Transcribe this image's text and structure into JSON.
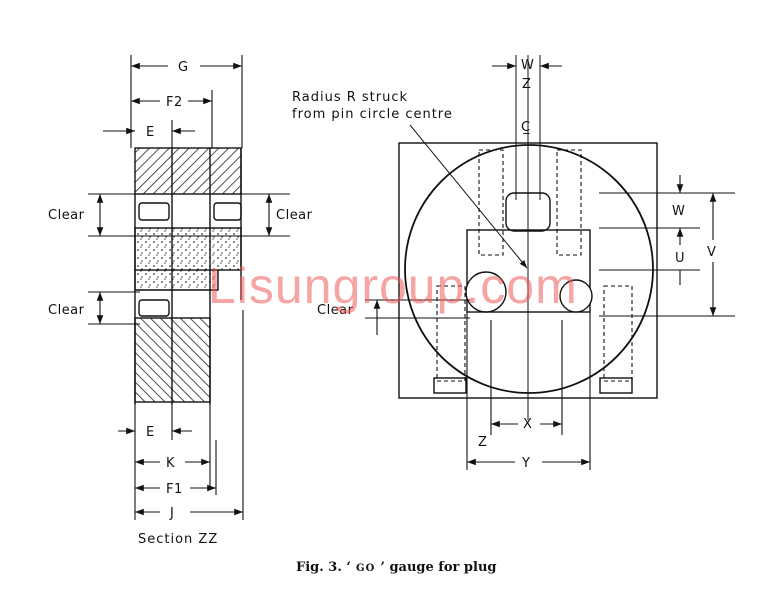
{
  "watermark": "Lisungroup.com",
  "caption": {
    "prefix": "Fig. 3. ‘",
    "go": "GO",
    "suffix": "’ gauge for plug"
  },
  "left_view": {
    "section_label": "Section ZZ",
    "dims_top": [
      "G",
      "F2",
      "E"
    ],
    "dims_bottom": [
      "E",
      "K",
      "F1",
      "J"
    ],
    "clear_labels": [
      "Clear",
      "Clear",
      "Clear"
    ]
  },
  "right_view": {
    "note_line1": "Radius R struck",
    "note_line2": "from pin circle centre",
    "centerline_symbol": "C̲",
    "dims_top": [
      "W",
      "Z"
    ],
    "dims_right": [
      "W",
      "U",
      "V"
    ],
    "clear_label": "Clear",
    "dims_bottom": [
      "X",
      "Z",
      "Y"
    ]
  },
  "colors": {
    "ink": "#111111",
    "watermark": "#ee5a5a"
  }
}
